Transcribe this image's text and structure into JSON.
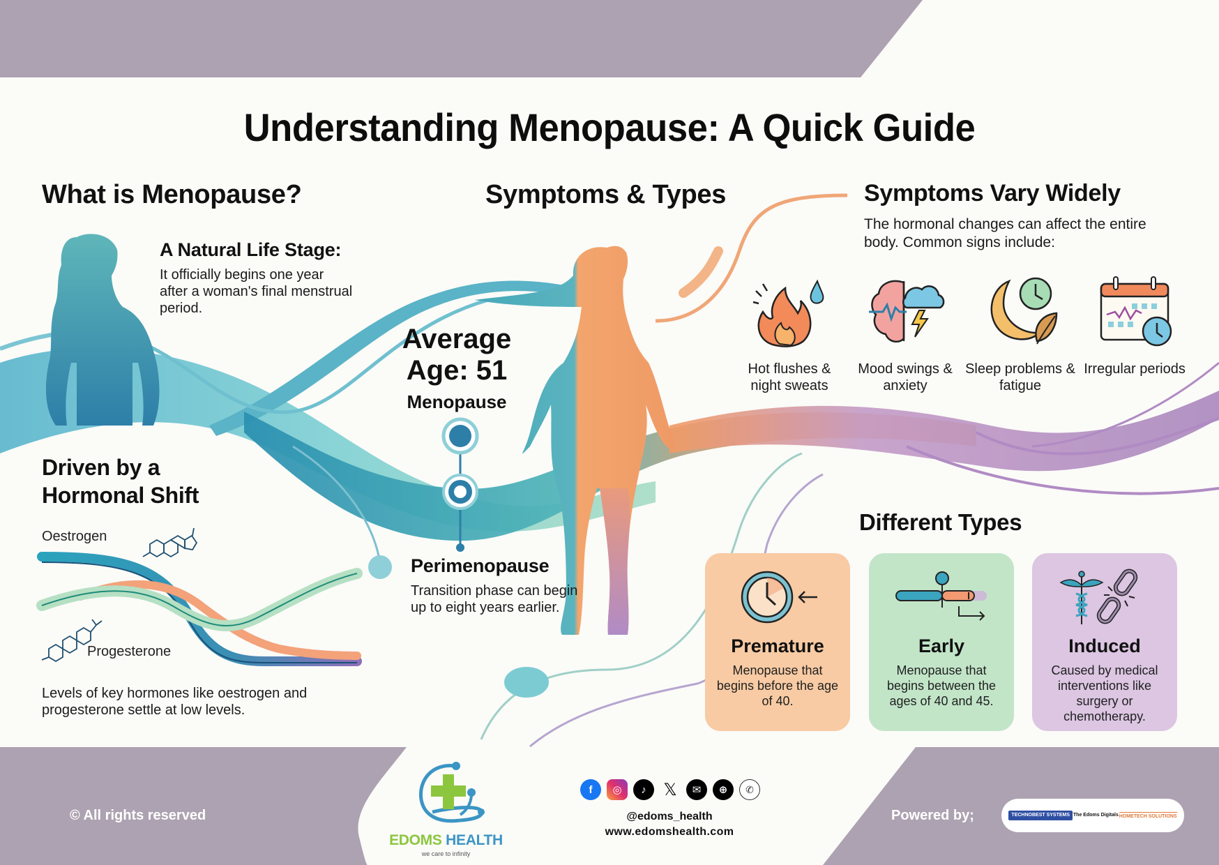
{
  "title": "Understanding Menopause: A Quick Guide",
  "what_is": {
    "heading": "What is Menopause?",
    "subheading": "A Natural Life Stage:",
    "body": "It officially begins one year after a woman's final menstrual period."
  },
  "hormonal_shift": {
    "heading": "Driven by a Hormonal Shift",
    "oestrogen_label": "Oestrogen",
    "progesterone_label": "Progesterone",
    "body": "Levels of key hormones like oestrogen and progesterone settle at low levels."
  },
  "symptoms_types": {
    "heading": "Symptoms & Types",
    "average_age": "Average Age: 51",
    "average_label": "Menopause",
    "perimenopause_title": "Perimenopause",
    "perimenopause_body": "Transition phase can begin up to eight years earlier."
  },
  "symptoms": {
    "heading": "Symptoms Vary Widely",
    "intro": "The hormonal changes can affect the entire body. Common signs include:",
    "items": [
      {
        "label": "Hot flushes & night sweats",
        "icon": "flame-droplet-icon"
      },
      {
        "label": "Mood swings & anxiety",
        "icon": "brain-storm-icon"
      },
      {
        "label": "Sleep problems & fatigue",
        "icon": "moon-clock-icon"
      },
      {
        "label": "Irregular periods",
        "icon": "calendar-clock-icon"
      }
    ]
  },
  "types": {
    "heading": "Different Types",
    "cards": [
      {
        "name": "Premature",
        "desc": "Menopause that begins before the age of 40.",
        "color": "#f8cba4",
        "icon": "clock-arrow-icon"
      },
      {
        "name": "Early",
        "desc": "Menopause that begins between the ages of 40 and 45.",
        "color": "#c2e5c8",
        "icon": "timeline-icon"
      },
      {
        "name": "Induced",
        "desc": "Caused by medical interventions like surgery or chemotherapy.",
        "color": "#dcc6e2",
        "icon": "caduceus-broken-chain-icon"
      }
    ]
  },
  "footer": {
    "copyright": "© All rights reserved",
    "brand_primary": "EDOMS",
    "brand_secondary": "HEALTH",
    "tagline": "we care to infinity",
    "handle": "@edoms_health",
    "website": "www.edomshealth.com",
    "powered_by": "Powered by;",
    "socials": [
      "facebook",
      "instagram",
      "tiktok",
      "x",
      "email",
      "web",
      "whatsapp"
    ],
    "partners": [
      "TECHNOBEST SYSTEMS",
      "The Edoms Digitals",
      "HOMETECH SOLUTIONS"
    ]
  },
  "colors": {
    "banner": "#ada2b1",
    "background": "#fbfbf8",
    "teal": "#4aa6c0",
    "orange": "#f39a62",
    "purple": "#b08bc3",
    "green": "#9fd6b0"
  }
}
